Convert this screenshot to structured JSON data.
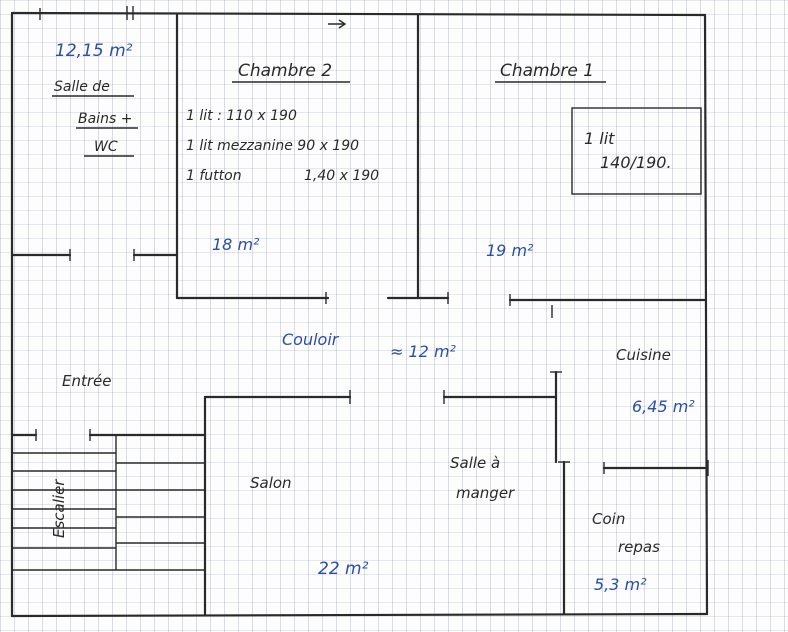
{
  "rooms": {
    "bathroom": {
      "area": "12,15 m²",
      "line1": "Salle de",
      "line2": "Bains +",
      "line3": "WC"
    },
    "bedroom2": {
      "title": "Chambre 2",
      "bed1": "1 lit : 110 x 190",
      "bed2": "1 lit mezzanine 90 x 190",
      "futon": "1 futton",
      "futon_size": "1,40 x 190",
      "area": "18 m²"
    },
    "bedroom1": {
      "title": "Chambre 1",
      "bed_line1": "1 lit",
      "bed_line2": "140/190.",
      "area": "19 m²"
    },
    "corridor": {
      "label": "Couloir",
      "area": "≈ 12 m²"
    },
    "entrance": {
      "label": "Entrée"
    },
    "stairs": {
      "label": "Escalier"
    },
    "living": {
      "label": "Salon",
      "area": "22 m²"
    },
    "dining": {
      "line1": "Salle à",
      "line2": "manger"
    },
    "kitchen": {
      "label": "Cuisine",
      "area": "6,45 m²"
    },
    "meal_corner": {
      "line1": "Coin",
      "line2": "repas",
      "area": "5,3 m²"
    }
  },
  "colors": {
    "ink": "#2a2a2a",
    "blue_ink": "#2b4fa6",
    "grid": "#7887a5"
  }
}
